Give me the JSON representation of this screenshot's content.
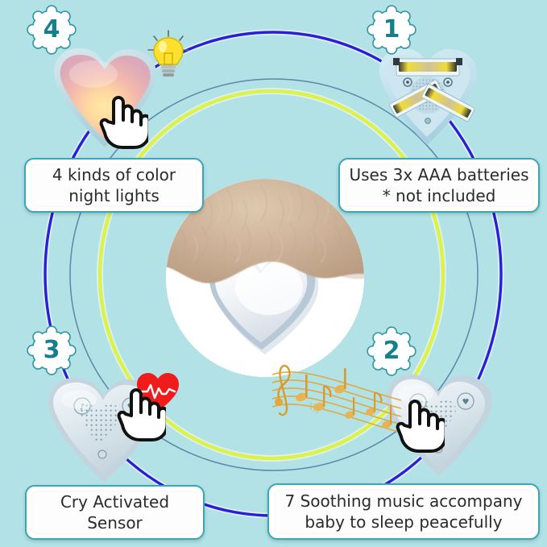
{
  "page": {
    "type": "product-feature-infographic",
    "background_color": "#b2e2e6",
    "badge_text_color": "#157f8c",
    "caption_border_color": "#3aa7b4",
    "caption_text_color": "#2b2b2b"
  },
  "arcs": [
    {
      "name": "outer-ring",
      "color": "#2a1fd6"
    },
    {
      "name": "middle-ring",
      "color": "#dcf24a"
    },
    {
      "name": "inner-ring",
      "color": "#5a7fa8"
    }
  ],
  "features": [
    {
      "badge": "1",
      "badge_name": "badge-one",
      "caption_lines": [
        "Uses 3x AAA batteries",
        "* not included"
      ],
      "image_name": "heart-battery-compartment",
      "icons": []
    },
    {
      "badge": "2",
      "badge_name": "badge-two",
      "caption_lines": [
        "7 Soothing music accompany",
        "baby to sleep peacefully"
      ],
      "image_name": "heart-music-front",
      "icons": [
        "music-notes-icon",
        "hand-pointer-icon"
      ]
    },
    {
      "badge": "3",
      "badge_name": "badge-three",
      "caption_lines": [
        "Cry Activated",
        "Sensor"
      ],
      "image_name": "heart-cry-sensor-front",
      "icons": [
        "heartbeat-icon",
        "hand-pointer-icon"
      ]
    },
    {
      "badge": "4",
      "badge_name": "badge-four",
      "caption_lines": [
        "4 kinds of color",
        "night lights"
      ],
      "image_name": "heart-night-light-glow",
      "icons": [
        "lightbulb-icon",
        "hand-pointer-icon"
      ]
    }
  ],
  "center": {
    "name": "plush-toy-with-heart-device",
    "description_visible": ""
  }
}
